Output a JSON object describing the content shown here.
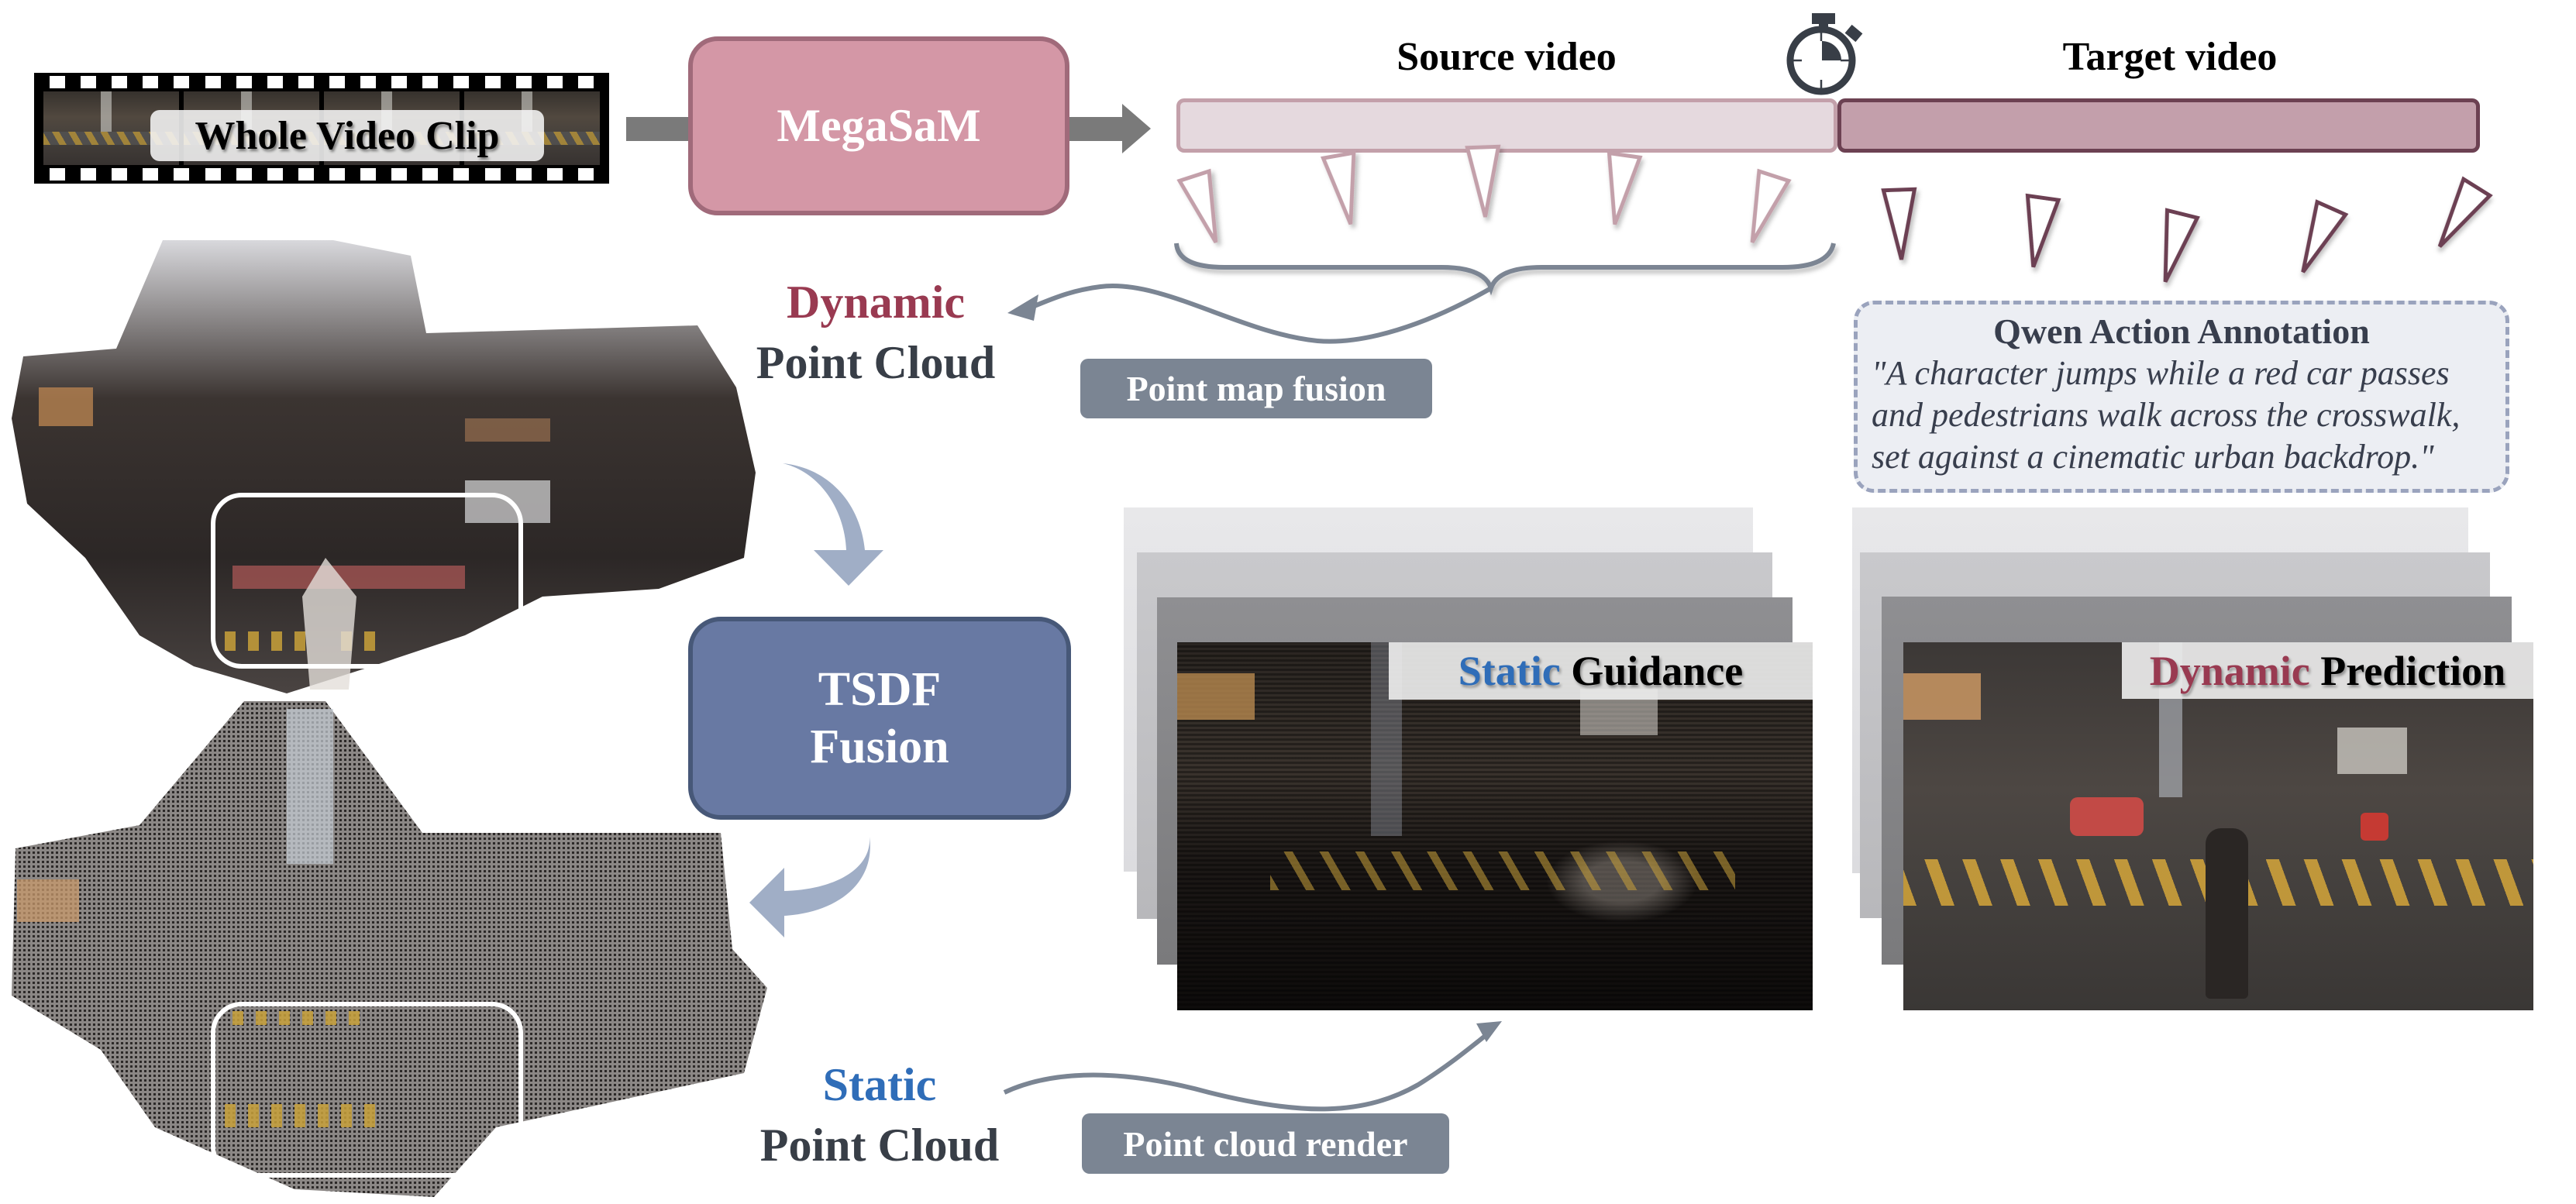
{
  "input": {
    "film_label": "Whole Video Clip",
    "icon": "film-strip-icon"
  },
  "modules": {
    "megasam": "MegaSaM",
    "tsdf_line1": "TSDF",
    "tsdf_line2": "Fusion"
  },
  "timeline": {
    "source_label": "Source video",
    "target_label": "Target video",
    "split_icon": "stopwatch-icon",
    "source_camera_count": 5,
    "target_camera_count": 5,
    "colors": {
      "source_fill": "#e5d9de",
      "source_border": "#c3a0aa",
      "target_fill": "#c39fab",
      "target_border": "#6c4152"
    }
  },
  "dynamic_point_cloud": {
    "line1": "Dynamic",
    "line2": "Point Cloud",
    "accent": "#993a51"
  },
  "static_point_cloud": {
    "line1": "Static",
    "line2": "Point Cloud",
    "accent": "#2f6db8"
  },
  "steps": {
    "point_map_fusion": "Point map fusion",
    "point_cloud_render": "Point cloud render"
  },
  "annotation": {
    "title": "Qwen Action Annotation",
    "lines": [
      "\"A character jumps while a red car passes",
      "and pedestrians walk across the crosswalk,",
      "set against a cinematic urban backdrop.\""
    ]
  },
  "outputs": {
    "static_guidance": {
      "accent_word": "Static",
      "rest": "Guidance"
    },
    "dynamic_prediction": {
      "accent_word": "Dynamic",
      "rest": "Prediction"
    }
  },
  "colors": {
    "megasam_fill": "#d497a6",
    "tsdf_fill": "#6879a3",
    "connector": "#7b8593",
    "flow_arrow": "#a0aec6",
    "pill": "#7b8593"
  }
}
